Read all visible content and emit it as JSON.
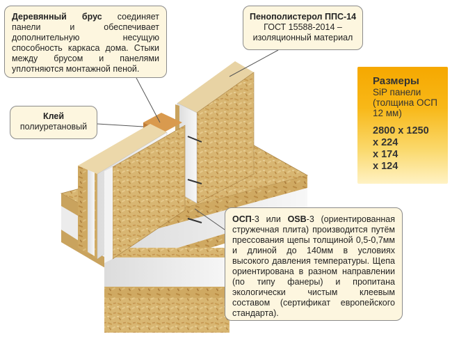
{
  "wood_callout": {
    "bold": "Деревянный брус",
    "text": " соединяет панели и обеспечивает дополнительную несущую способность каркаса дома. Стыки между брусом и панелями уплотняются монтажной пеной."
  },
  "foam_callout": {
    "line1": "Пенополистерол ППС-14",
    "line2": "ГОСТ 15588-2014 –",
    "line3": "изоляционный материал"
  },
  "glue_callout": {
    "line1": "Клей",
    "line2": "полиуретановый"
  },
  "osb_callout": {
    "bold1": "ОСП",
    "text1": "-3 или ",
    "bold2": "OSB",
    "text2": "-3 (ориентированная стружечная плита) производится путём прессования щепы толщиной 0,5-0,7мм и длиной до 140мм в условиях высокого давления температуры. Щепа ориентирована в разном направлении (по типу фанеры) и пропитана экологически чистым клеевым составом (сертификат европейского стандарта)."
  },
  "sizes_box": {
    "title": "Размеры",
    "subtitle_lines": [
      "SiP панели",
      "(толщина ОСП",
      "12 мм)"
    ],
    "values": [
      "2800 x 1250",
      "x 224",
      "x 174",
      "x 124"
    ]
  },
  "colors": {
    "osb": "#d9b874",
    "foam": "#f0f0ef",
    "beam": "#c9873f",
    "callout_bg": "#fdf6df",
    "sizes_accent": "#f6a800"
  }
}
